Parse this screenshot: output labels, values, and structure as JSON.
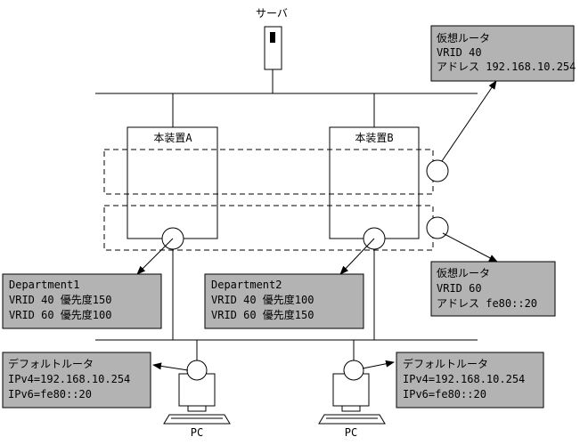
{
  "server": {
    "label": "サーバ"
  },
  "device_a": {
    "label": "本装置A"
  },
  "device_b": {
    "label": "本装置B"
  },
  "vrouter_40": {
    "lines": [
      "仮想ルータ",
      "VRID 40",
      "アドレス 192.168.10.254"
    ]
  },
  "vrouter_60": {
    "lines": [
      "仮想ルータ",
      "VRID 60",
      "アドレス fe80::20"
    ]
  },
  "dept1": {
    "lines": [
      "Department1",
      "VRID 40 優先度150",
      "VRID 60 優先度100"
    ]
  },
  "dept2": {
    "lines": [
      "Department2",
      "VRID 40 優先度100",
      "VRID 60 優先度150"
    ]
  },
  "gw_left": {
    "lines": [
      "デフォルトルータ",
      "IPv4=192.168.10.254",
      "IPv6=fe80::20"
    ]
  },
  "gw_right": {
    "lines": [
      "デフォルトルータ",
      "IPv4=192.168.10.254",
      "IPv6=fe80::20"
    ]
  },
  "pc_left": {
    "label": "PC"
  },
  "pc_right": {
    "label": "PC"
  },
  "colors": {
    "callout_fill": "#b3b3b3",
    "line": "#000000",
    "background": "#ffffff"
  }
}
